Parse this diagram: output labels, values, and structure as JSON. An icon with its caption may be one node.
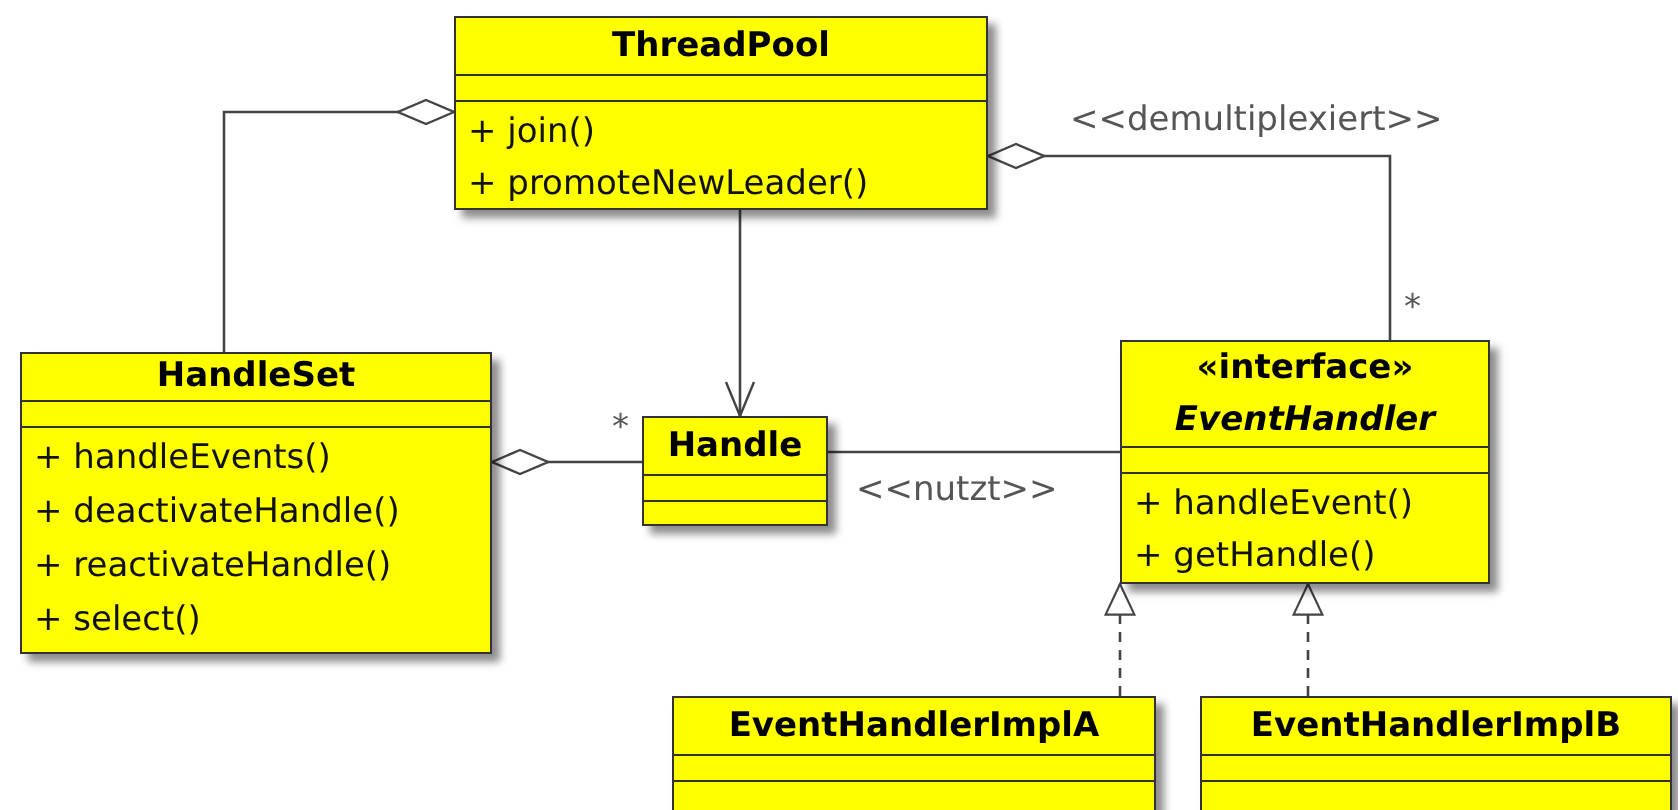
{
  "diagram": {
    "nodes": [
      {
        "text": [
          "ThreadPool",
          "+ join()",
          "+ promoteNewLeader()"
        ]
      },
      {
        "text": [
          "HandleSet",
          "+ handleEvents()",
          "+ deactivateHandle()",
          "+ reactivateHandle()",
          "+ select()"
        ]
      },
      {
        "text": [
          "Handle"
        ]
      },
      {
        "text": [
          "«interface»",
          "EventHandler",
          "+ handleEvent()",
          "+ getHandle()"
        ]
      },
      {
        "text": [
          "EventHandlerImplA"
        ]
      },
      {
        "text": [
          "EventHandlerImplB"
        ]
      }
    ],
    "edges": [
      {
        "from": 0,
        "to": 1,
        "arrow": "other"
      },
      {
        "from": 0,
        "to": 3,
        "arrow": "other",
        "label": "<<demultiplexiert>>"
      },
      {
        "from": 0,
        "to": 2,
        "arrow": "to"
      },
      {
        "from": 1,
        "to": 2,
        "arrow": "other"
      },
      {
        "from": 3,
        "to": 2,
        "arrow": "none",
        "label": "<<nutzt>>"
      },
      {
        "from": 4,
        "to": 3,
        "arrow": "to",
        "style": "dashed"
      },
      {
        "from": 5,
        "to": 3,
        "arrow": "to",
        "style": "dashed"
      }
    ],
    "labels": [
      "*",
      "*"
    ]
  }
}
